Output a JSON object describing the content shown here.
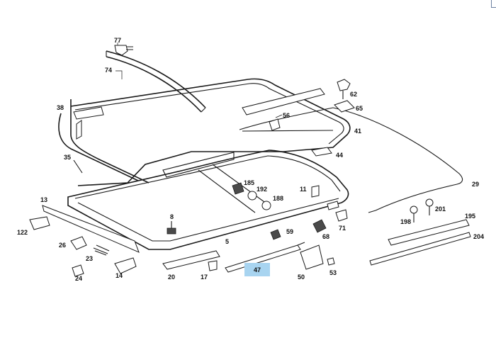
{
  "diagram": {
    "labels": [
      {
        "key": "p77",
        "text": "77"
      },
      {
        "key": "p74",
        "text": "74"
      },
      {
        "key": "p62",
        "text": "62"
      },
      {
        "key": "p65",
        "text": "65"
      },
      {
        "key": "p38",
        "text": "38"
      },
      {
        "key": "p56",
        "text": "56"
      },
      {
        "key": "p41",
        "text": "41"
      },
      {
        "key": "p44",
        "text": "44"
      },
      {
        "key": "p35",
        "text": "35"
      },
      {
        "key": "p29",
        "text": "29"
      },
      {
        "key": "p185",
        "text": "185"
      },
      {
        "key": "p192",
        "text": "192"
      },
      {
        "key": "p11",
        "text": "11"
      },
      {
        "key": "p188",
        "text": "188"
      },
      {
        "key": "p13",
        "text": "13"
      },
      {
        "key": "p201",
        "text": "201"
      },
      {
        "key": "p195",
        "text": "195"
      },
      {
        "key": "p8",
        "text": "8"
      },
      {
        "key": "p198",
        "text": "198"
      },
      {
        "key": "p71",
        "text": "71"
      },
      {
        "key": "p122",
        "text": "122"
      },
      {
        "key": "p59",
        "text": "59"
      },
      {
        "key": "p204",
        "text": "204"
      },
      {
        "key": "p68",
        "text": "68"
      },
      {
        "key": "p5",
        "text": "5"
      },
      {
        "key": "p26",
        "text": "26"
      },
      {
        "key": "p23",
        "text": "23"
      },
      {
        "key": "p14",
        "text": "14"
      },
      {
        "key": "p24",
        "text": "24"
      },
      {
        "key": "p20",
        "text": "20"
      },
      {
        "key": "p17",
        "text": "17"
      },
      {
        "key": "p50",
        "text": "50"
      },
      {
        "key": "p53",
        "text": "53"
      }
    ],
    "highlighted": {
      "text": "47",
      "color": "#a8d4f0"
    }
  }
}
